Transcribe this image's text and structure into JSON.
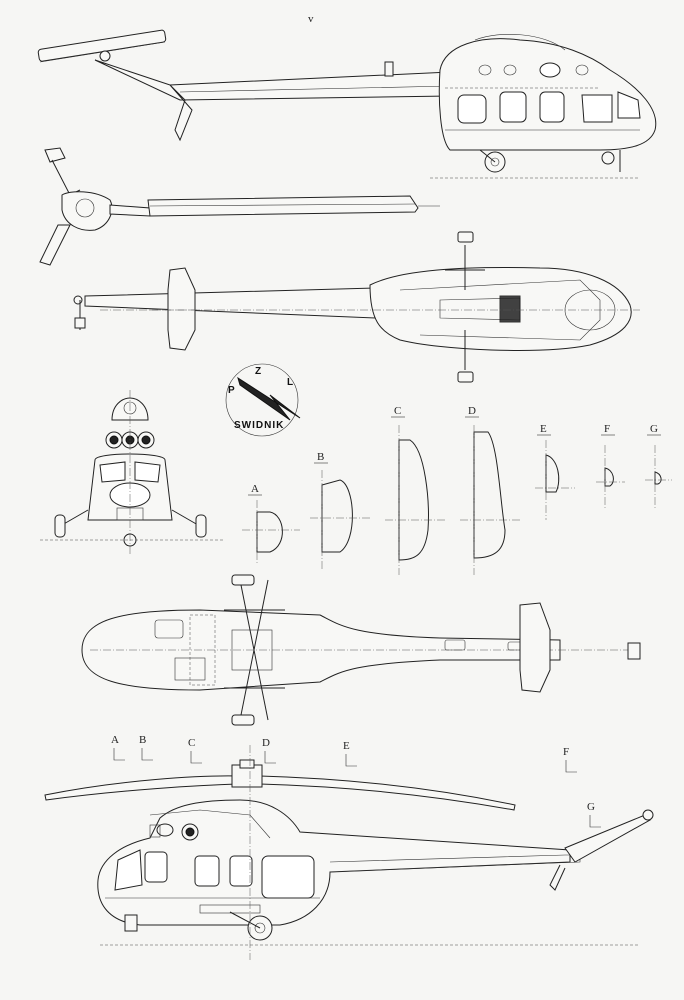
{
  "sections": [
    "A",
    "B",
    "C",
    "D",
    "E",
    "F",
    "G"
  ],
  "logo": {
    "letters": [
      "P",
      "Z",
      "L"
    ],
    "text": "SWIDNIK"
  },
  "stray_mark": "v",
  "colors": {
    "ink": "#222222",
    "paper": "#f6f6f4",
    "hatch": "#333333"
  }
}
